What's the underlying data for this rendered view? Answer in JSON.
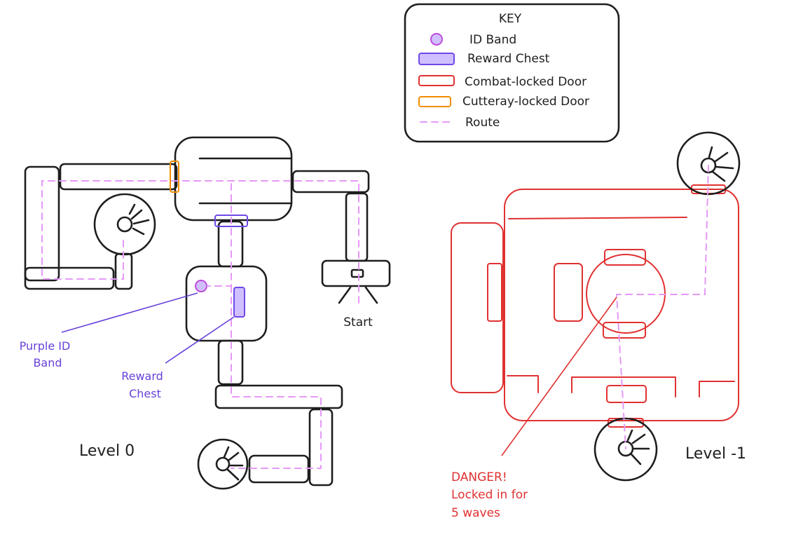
{
  "key": {
    "title": "KEY",
    "items": [
      {
        "label": "ID Band",
        "color": "#be4bdb"
      },
      {
        "label": "Reward Chest",
        "color": "#7048e8"
      },
      {
        "label": "Combat-locked Door",
        "color": "#e03131"
      },
      {
        "label": "Cutteray-locked Door",
        "color": "#f08c00"
      },
      {
        "label": "Route",
        "color": "#e599f7"
      }
    ]
  },
  "labels": {
    "start": "Start",
    "id_band": [
      "Purple ID",
      "Band"
    ],
    "reward_chest": [
      "Reward",
      "Chest"
    ],
    "level0": "Level 0",
    "level_minus1": "Level -1",
    "danger": [
      "DANGER!",
      "Locked in for",
      "5 waves"
    ]
  },
  "colors": {
    "ink": "#1e1e1e",
    "danger": "#e03131",
    "annotation": "#6741d9",
    "id_band": "#be4bdb",
    "chest": "#7048e8",
    "chest_fill": "#d0bfff",
    "cutter_door": "#f08c00",
    "route": "#e599f7"
  },
  "icons": [
    "camera-icon"
  ]
}
